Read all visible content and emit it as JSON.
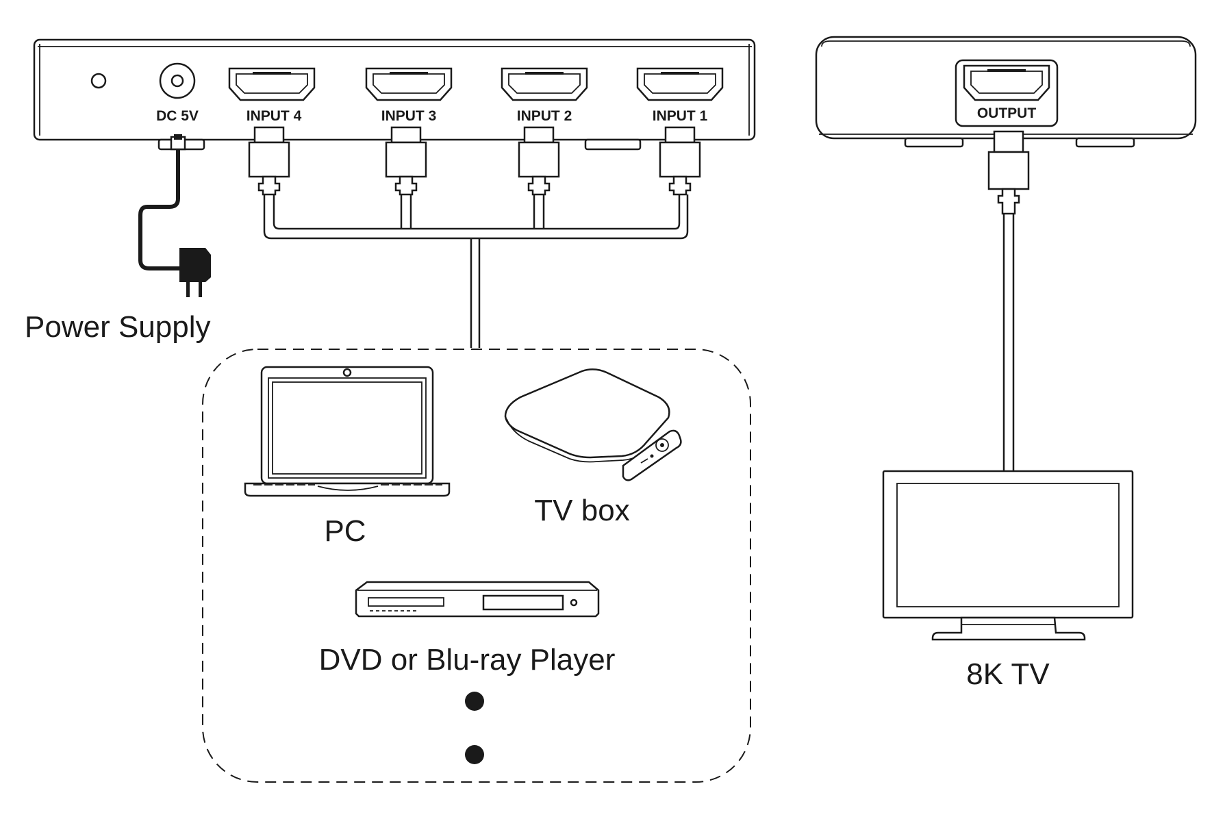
{
  "switch": {
    "ports": {
      "dc": "DC 5V",
      "input4": "INPUT 4",
      "input3": "INPUT 3",
      "input2": "INPUT 2",
      "input1": "INPUT 1"
    }
  },
  "receiver": {
    "output": "OUTPUT"
  },
  "labels": {
    "power_supply": "Power Supply",
    "pc": "PC",
    "tv_box": "TV box",
    "player": "DVD or Blu-ray Player",
    "tv": "8K TV"
  },
  "icons": [
    "hdmi-port-icon",
    "hdmi-plug-icon",
    "power-adapter-icon",
    "laptop-icon",
    "tv-box-icon",
    "remote-icon",
    "dvd-player-icon",
    "tv-icon"
  ]
}
